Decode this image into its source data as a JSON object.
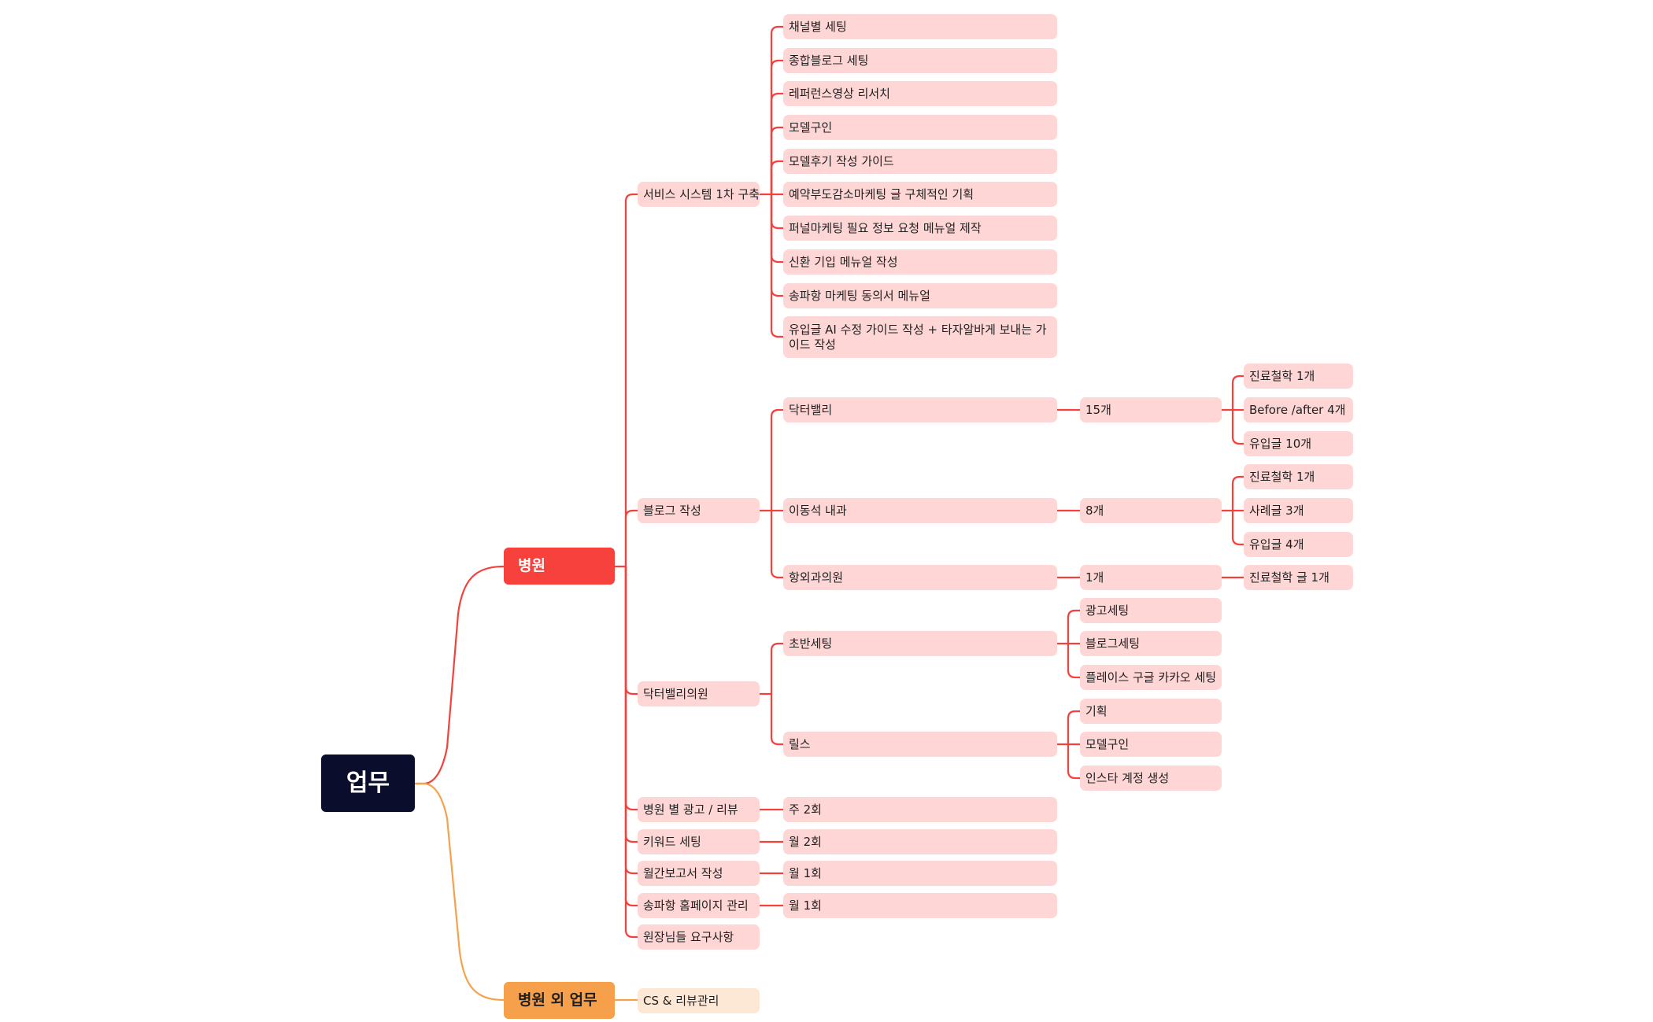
{
  "colors": {
    "red_line": "#f4413c",
    "orange_line": "#f5a24c"
  },
  "root": "업무",
  "hospital": {
    "label": "병원",
    "service": {
      "label": "서비스 시스템 1차 구축",
      "items": [
        "채널별 세팅",
        "종합블로그 세팅",
        "레퍼런스영상 리서치",
        "모델구인",
        "모델후기 작성 가이드",
        "예약부도감소마케팅 글 구체적인 기획",
        "퍼널마케팅 필요 정보 요청 메뉴얼 제작",
        "신환 기입 메뉴얼 작성",
        "송파항 마케팅 동의서 메뉴얼",
        "유입글 AI 수정 가이드 작성 + 타자알바게 보내는 가이드 작성"
      ]
    },
    "blog": {
      "label": "블로그 작성",
      "doctorvalley": {
        "label": "닥터밸리",
        "count": "15개",
        "items": [
          "진료철학 1개",
          "Before /after 4개",
          "유입글 10개"
        ]
      },
      "lee": {
        "label": "이동석 내과",
        "count": "8개",
        "items": [
          "진료철학 1개",
          "사례글 3개",
          "유입글 4개"
        ]
      },
      "hangwoe": {
        "label": "항외과의원",
        "count": "1개",
        "items": [
          "진료철학 글 1개"
        ]
      }
    },
    "dvclinic": {
      "label": "닥터밸리의원",
      "initial": {
        "label": "초반세팅",
        "items": [
          "광고세팅",
          "블로그세팅",
          "플레이스 구글 카카오 세팅"
        ]
      },
      "reels": {
        "label": "릴스",
        "items": [
          "기획",
          "모델구인",
          "인스타 계정 생성"
        ]
      }
    },
    "ads": {
      "label": "병원 별 광고 / 리뷰",
      "freq": "주 2회"
    },
    "keyword": {
      "label": "키워드 세팅",
      "freq": "월 2회"
    },
    "monthly": {
      "label": "월간보고서 작성",
      "freq": "월 1회"
    },
    "homepage": {
      "label": "송파항 홈페이지 관리",
      "freq": "월 1회"
    },
    "requests": {
      "label": "원장님들 요구사항"
    }
  },
  "outside": {
    "label": "병원 외 업무",
    "cs": "CS & 리뷰관리"
  }
}
